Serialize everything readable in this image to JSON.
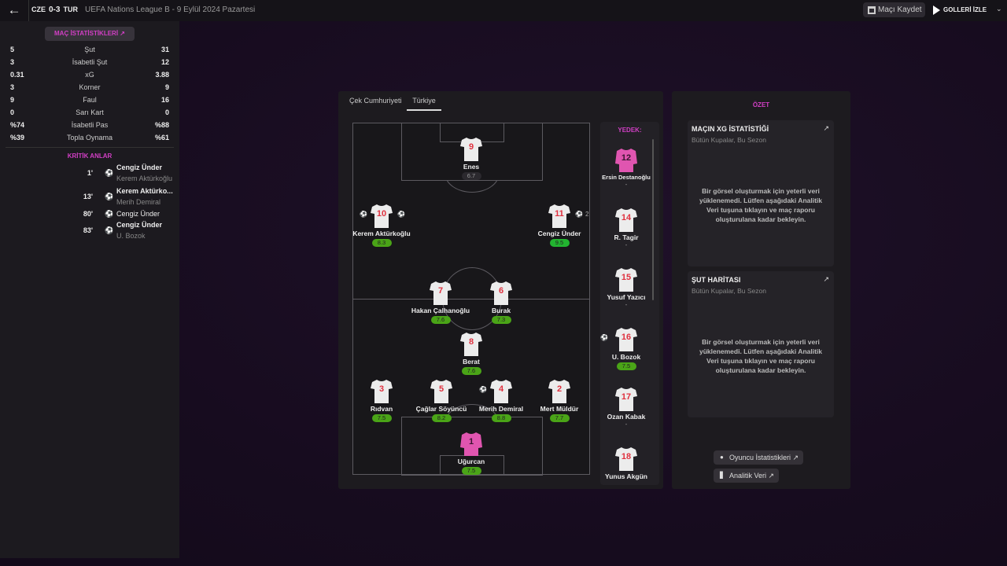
{
  "header": {
    "home": "CZE",
    "score": "0-3",
    "away": "TUR",
    "competition": "UEFA Nations League B - 9 Eylül 2024 Pazartesi",
    "save_label": "Maçı Kaydet",
    "goals_label": "GOLLERİ İZLE"
  },
  "stats": {
    "title": "MAÇ İSTATİSTİKLERİ",
    "rows": [
      {
        "home": "5",
        "label": "Şut",
        "away": "31"
      },
      {
        "home": "3",
        "label": "İsabetli Şut",
        "away": "12"
      },
      {
        "home": "0.31",
        "label": "xG",
        "away": "3.88"
      },
      {
        "home": "3",
        "label": "Korner",
        "away": "9"
      },
      {
        "home": "9",
        "label": "Faul",
        "away": "16"
      },
      {
        "home": "0",
        "label": "Sarı Kart",
        "away": "0"
      },
      {
        "home": "%74",
        "label": "İsabetli Pas",
        "away": "%88"
      },
      {
        "home": "%39",
        "label": "Topla Oynama",
        "away": "%61"
      }
    ]
  },
  "key_moments": {
    "title": "KRİTİK ANLAR",
    "events": [
      {
        "minute": "1'",
        "type": "goal",
        "scorer": "Cengiz Ünder",
        "assist": "Kerem Aktürkoğlu"
      },
      {
        "minute": "13'",
        "type": "goal",
        "scorer": "Kerem Aktürko...",
        "assist": "Merih Demiral"
      },
      {
        "minute": "80'",
        "type": "own-goal",
        "scorer": "Cengiz Ünder",
        "assist": ""
      },
      {
        "minute": "83'",
        "type": "goal",
        "scorer": "Cengiz Ünder",
        "assist": "U. Bozok"
      }
    ]
  },
  "tabs": [
    "Çek Cumhuriyeti",
    "Türkiye"
  ],
  "active_tab": "Türkiye",
  "lineup": [
    {
      "number": "9",
      "name": "Enes",
      "rating": "6.7",
      "gk": false
    },
    {
      "number": "10",
      "name": "Kerem Aktürkoğlu",
      "rating": "8.3",
      "gk": false
    },
    {
      "number": "11",
      "name": "Cengiz Ünder",
      "rating": "9.5",
      "gk": false,
      "goals": "2"
    },
    {
      "number": "7",
      "name": "Hakan Çalhanoğlu",
      "rating": "7.6",
      "gk": false
    },
    {
      "number": "6",
      "name": "Burak",
      "rating": "7.3",
      "gk": false
    },
    {
      "number": "8",
      "name": "Berat",
      "rating": "7.6",
      "gk": false
    },
    {
      "number": "3",
      "name": "Rıdvan",
      "rating": "7.5",
      "gk": false
    },
    {
      "number": "5",
      "name": "Çağlar Söyüncü",
      "rating": "8.2",
      "gk": false
    },
    {
      "number": "4",
      "name": "Merih Demiral",
      "rating": "8.8",
      "gk": false
    },
    {
      "number": "2",
      "name": "Mert Müldür",
      "rating": "7.7",
      "gk": false
    },
    {
      "number": "1",
      "name": "Uğurcan",
      "rating": "7.5",
      "gk": true
    }
  ],
  "subs": {
    "title": "YEDEK:",
    "players": [
      {
        "number": "12",
        "name": "Ersin Destanoğlu",
        "rating": "-",
        "gk": true
      },
      {
        "number": "14",
        "name": "R. Tagir",
        "rating": "-",
        "gk": false
      },
      {
        "number": "15",
        "name": "Yusuf Yazıcı",
        "rating": "-",
        "gk": false
      },
      {
        "number": "16",
        "name": "U. Bozok",
        "rating": "7.5",
        "gk": false
      },
      {
        "number": "17",
        "name": "Ozan Kabak",
        "rating": "-",
        "gk": false
      },
      {
        "number": "18",
        "name": "Yunus Akgün",
        "rating": "",
        "gk": false
      }
    ]
  },
  "summary": {
    "title": "ÖZET",
    "cards": [
      {
        "title": "MAÇIN XG İSTATİSTİĞİ",
        "subtitle": "Bütün Kupalar, Bu Sezon",
        "message": "Bir görsel oluşturmak için yeterli veri yüklenemedi. Lütfen aşağıdaki Analitik Veri tuşuna tıklayın ve maç raporu oluşturulana kadar bekleyin."
      },
      {
        "title": "ŞUT HARİTASI",
        "subtitle": "Bütün Kupalar, Bu Sezon",
        "message": "Bir görsel oluşturmak için yeterli veri yüklenemedi. Lütfen aşağıdaki Analitik Veri tuşuna tıklayın ve maç raporu oluşturulana kadar bekleyin."
      }
    ],
    "player_stats_label": "Oyuncu İstatistikleri",
    "analytics_label": "Analitik Veri"
  },
  "colors": {
    "accent": "#d23fc5",
    "rating_good": "#4aa417",
    "rating_great": "#22b530",
    "jersey_number": "#e0313f",
    "gk_jersey": "#e055b0"
  }
}
